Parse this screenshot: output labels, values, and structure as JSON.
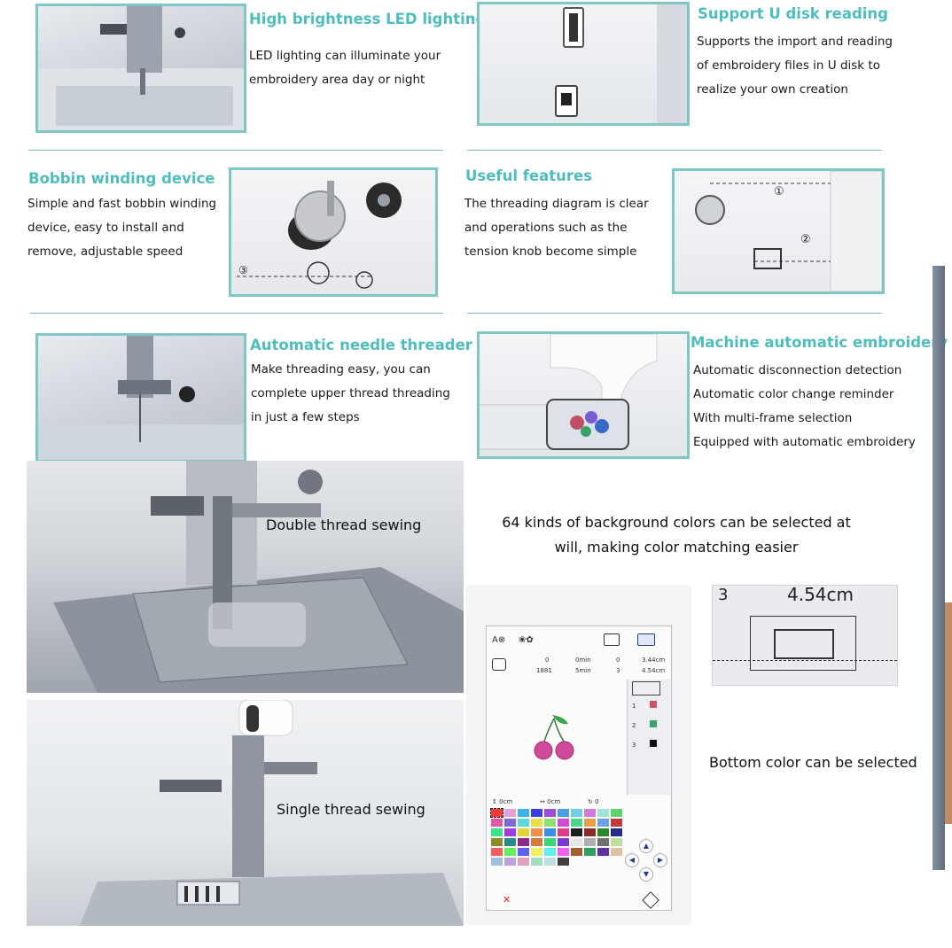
{
  "features": [
    {
      "title": "High brightness LED lighting",
      "lines": [
        "LED lighting can illuminate your",
        "embroidery area day or night"
      ]
    },
    {
      "title": "Support U disk reading",
      "lines": [
        "Supports the import and reading",
        "of embroidery files in U disk to",
        "realize your own creation"
      ]
    },
    {
      "title": "Bobbin winding device",
      "lines": [
        "Simple and fast bobbin winding",
        "device, easy to install and",
        "remove, adjustable speed"
      ]
    },
    {
      "title": "Useful features",
      "lines": [
        "The threading diagram is clear",
        "and operations such as the",
        "tension knob become simple"
      ]
    },
    {
      "title": "Automatic needle threader",
      "lines": [
        "Make threading easy, you can",
        "complete upper thread threading",
        "in just a few steps"
      ]
    },
    {
      "title": "Machine automatic embroidery",
      "lines": [
        "Automatic disconnection detection",
        "Automatic color change reminder",
        "With multi-frame selection",
        "Equipped with automatic embroidery"
      ]
    }
  ],
  "captions": {
    "double": "Double thread sewing",
    "single": "Single thread sewing",
    "colors_line1": "64 kinds of background colors can be selected at",
    "colors_line2": "will, making color matching easier",
    "bottom": "Bottom color can be selected"
  },
  "diagram_labels": {
    "step1": "①",
    "step2": "②",
    "step3": "③"
  },
  "zoom_detail": {
    "row": "3",
    "size": "4.54cm"
  },
  "screen": {
    "counter_a": "0",
    "time_a": "0min",
    "slot_a": "0",
    "size_a": "3.44cm",
    "counter_b": "1881",
    "time_b": "5min",
    "slot_b": "3",
    "size_b": "4.54cm",
    "list": [
      "1",
      "2",
      "3"
    ],
    "offset_y": "0cm",
    "offset_x": "0cm",
    "rotate": "0",
    "close": "✕"
  },
  "colors": {
    "accent": "#4fbdbe",
    "frame": "#7fc7c5",
    "palette": [
      "#f23b3b",
      "#e8a0d8",
      "#3cb3e6",
      "#3c3ce0",
      "#9b4fd6",
      "#4aa0e8",
      "#6fd0e6",
      "#d07ae0",
      "#a0e6d8",
      "#5dd36a",
      "#e05aa8",
      "#7a6ad6",
      "#5dd6e0",
      "#e6e04a",
      "#8fe06f",
      "#d04ad6",
      "#4ad68f",
      "#e6a04a",
      "#6fa0e6",
      "#c03c3c",
      "#3ce08f",
      "#a03ce0",
      "#e0d63c",
      "#f08f4a",
      "#3c8fe0",
      "#e03c8f",
      "#1f1f1f",
      "#8a2a2a",
      "#2a8a2a",
      "#2a2a8a",
      "#8a8a2a",
      "#2a8a8a",
      "#8a2a8a",
      "#d67a3c",
      "#3cd67a",
      "#7a3cd6",
      "#e6e6e6",
      "#b0b0b0",
      "#707070",
      "#c0e0a0",
      "#f06060",
      "#60f060",
      "#6060f0",
      "#f0f060",
      "#60f0f0",
      "#f060f0",
      "#a06030",
      "#30a060",
      "#6030a0",
      "#e0c0a0",
      "#a0c0e0",
      "#c0a0e0",
      "#e0a0c0",
      "#a0e0c0",
      "#c0e0e0",
      "#404040"
    ]
  }
}
